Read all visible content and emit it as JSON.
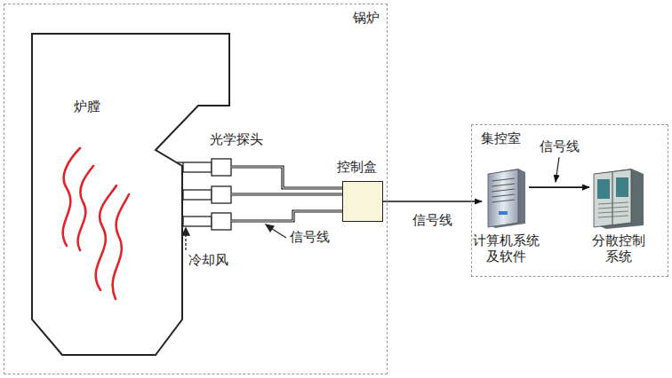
{
  "diagram": {
    "nodes": [
      {
        "text": [
          "锅炉"
        ]
      },
      {
        "text": [
          "炉膛"
        ],
        "in": 0
      },
      {
        "text": [
          "控制盒"
        ],
        "in": 0
      },
      {
        "text": [
          "集控室"
        ]
      },
      {
        "text": [
          "计算机系统 及软件"
        ],
        "in": 3
      },
      {
        "text": [
          "分散控制 系统"
        ],
        "in": 3
      }
    ],
    "edges": [
      {
        "from": 2,
        "to": 4,
        "arrow": "to",
        "label": "信号线"
      },
      {
        "from": 4,
        "to": 5,
        "arrow": "to",
        "label": "信号线"
      }
    ],
    "labels": [
      "光学探头",
      "信号线",
      "冷却风"
    ]
  }
}
